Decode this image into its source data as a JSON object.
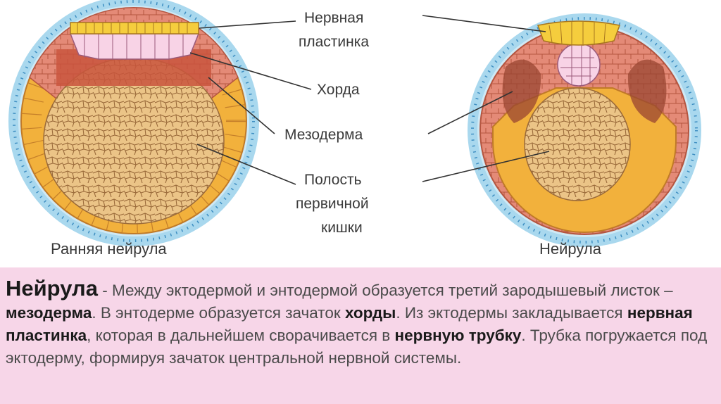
{
  "labels": {
    "neural_plate": [
      "Нервная",
      "пластинка"
    ],
    "chorda": "Хорда",
    "mesoderm": "Мезодерма",
    "cavity": [
      "Полость",
      "первичной",
      "кишки"
    ]
  },
  "captions": {
    "left": "Ранняя нейрула",
    "right": "Нейрула"
  },
  "text": {
    "title": "Нейрула",
    "p1": " - Между эктодермой и энтодермой образуется третий зародышевый листок – ",
    "b1": "мезодерма",
    "p2": ". В энтодерме образуется зачаток ",
    "b2": "хорды",
    "p3": ". Из эктодермы закладывается ",
    "b3": "нервная пластинка",
    "p4": ", которая в дальнейшем сворачивается в ",
    "b4": "нервную трубку",
    "p5": ". Трубка погружается под эктодерму, формируя зачаток центральной нервной системы."
  },
  "colors": {
    "ectoderm": "#a9d8ee",
    "mesoderm": "#e98f7d",
    "endoderm": "#f2b13c",
    "yolk": "#e9c07f",
    "neural_plate": "#f5cd3d",
    "chorda": "#f8d3e6",
    "text_bg": "#f7d6e8"
  }
}
